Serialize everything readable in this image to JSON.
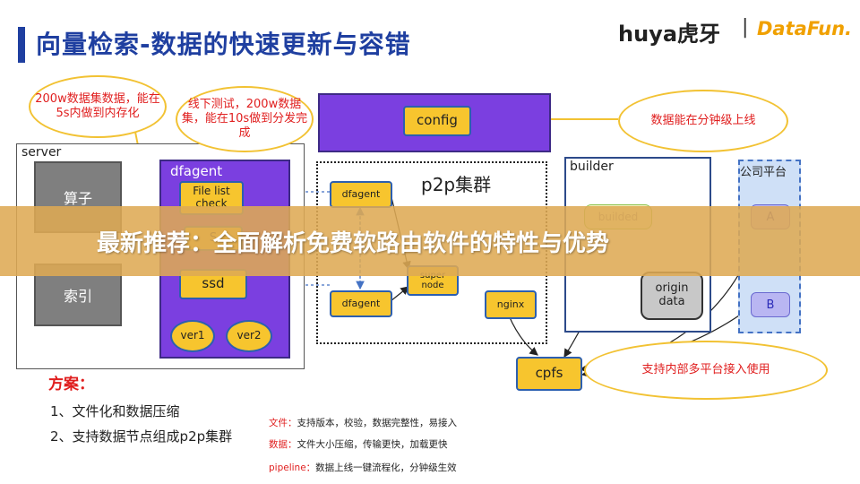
{
  "header": {
    "title": "向量检索-数据的快速更新与容错",
    "logo_huya": "huya虎牙",
    "separator": "|",
    "logo_datafun": "DataFun."
  },
  "bubbles": {
    "load": "200w数据集数据，能在5s内做到内存化",
    "offline_test": "线下测试，200w数据集，能在10s做到分发完成",
    "minute_online": "数据能在分钟级上线",
    "multi_platform": "支持内部多平台接入使用"
  },
  "server": {
    "label": "server",
    "operator": "算子",
    "index": "索引"
  },
  "dfagent": {
    "label": "dfagent",
    "file_check": "File list check",
    "hidden_node": "S",
    "ssd": "ssd",
    "ver1": "ver1",
    "ver2": "ver2"
  },
  "config": {
    "label": "config"
  },
  "p2p": {
    "label": "p2p集群",
    "dfagent_top": "dfagent",
    "dfagent_bottom": "dfagent",
    "super_node": "super node",
    "nginx": "nginx"
  },
  "builder": {
    "label": "builder",
    "builded": "builded",
    "origin_data": "origin data"
  },
  "platform": {
    "label": "公司平台",
    "a": "A",
    "b": "B"
  },
  "cpfs": {
    "label": "cpfs"
  },
  "banner": {
    "text": "最新推荐：全面解析免费软路由软件的特性与优势"
  },
  "plan": {
    "title": "方案：",
    "items": [
      "1、文件化和数据压缩",
      "2、支持数据节点组成p2p集群"
    ]
  },
  "notes": [
    {
      "key": "文件：",
      "text": "支持版本，校验，数据完整性，易接入"
    },
    {
      "key": "数据：",
      "text": "文件大小压缩，传输更快，加载更快"
    },
    {
      "key": "pipeline：",
      "text": "数据上线一键流程化，分钟级生效"
    }
  ],
  "colors": {
    "title": "#1f3fa0",
    "accent_red": "#e01e1e",
    "bubble_border": "#f2c233",
    "purple": "#7b3fe0",
    "node_yellow": "#f7c52e",
    "banner": "#deaa54"
  }
}
